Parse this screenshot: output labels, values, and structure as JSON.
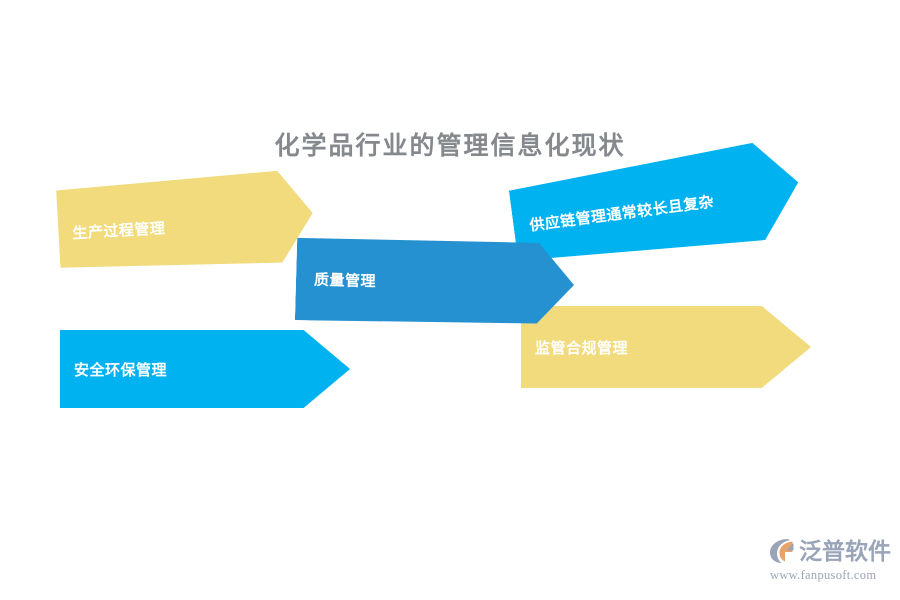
{
  "page": {
    "title_text": "化学品行业的管理信息化现状",
    "background_color": "#ffffff",
    "title_color": "#85888c"
  },
  "diagram": {
    "type": "arrow-banner-diagram",
    "items": [
      {
        "id": "production",
        "label": "生产过程管理",
        "color": "#f2db7c",
        "text_color": "#ffffff",
        "position": "top-left"
      },
      {
        "id": "supply-chain",
        "label": "供应链管理通常较长且复杂",
        "color": "#00b2ef",
        "text_color": "#ffffff",
        "position": "top-right"
      },
      {
        "id": "quality",
        "label": "质量管理",
        "color": "#2691d0",
        "text_color": "#ffffff",
        "position": "center"
      },
      {
        "id": "safety",
        "label": "安全环保管理",
        "color": "#00b2ef",
        "text_color": "#ffffff",
        "position": "bottom-left"
      },
      {
        "id": "compliance",
        "label": "监管合规管理",
        "color": "#f2db7c",
        "text_color": "#ffffff",
        "position": "bottom-right"
      }
    ]
  },
  "watermark": {
    "brand_name": "泛普软件",
    "website": "www.fanpusoft.com",
    "color": "#9aa4b8",
    "accent_color": "#e8a36a"
  }
}
